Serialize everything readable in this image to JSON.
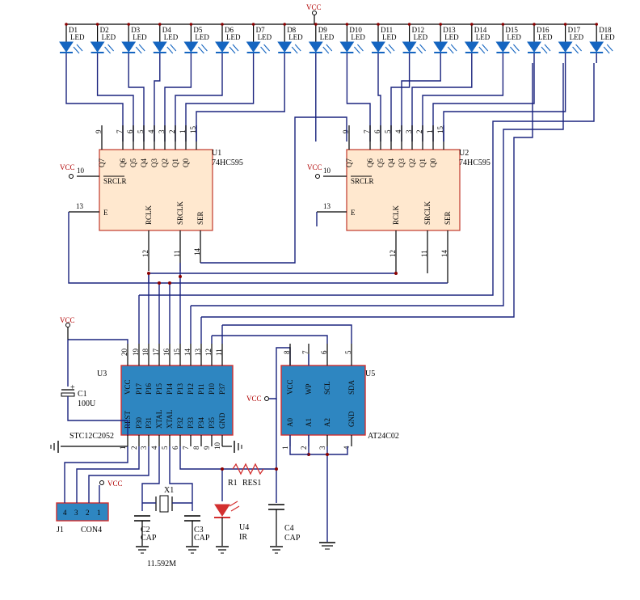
{
  "vcc_label": "VCC",
  "leds": {
    "type_label": "LED",
    "designators": [
      "D1",
      "D2",
      "D3",
      "D4",
      "D5",
      "D6",
      "D7",
      "D8",
      "D9",
      "D10",
      "D11",
      "D12",
      "D13",
      "D14",
      "D15",
      "D16",
      "D17",
      "D18"
    ]
  },
  "u1": {
    "designator": "U1",
    "part": "74HC595",
    "top_pins": [
      "9",
      "7",
      "6",
      "5",
      "4",
      "3",
      "2",
      "1",
      "15"
    ],
    "top_names": [
      "Q7",
      "Q6",
      "Q5",
      "Q4",
      "Q3",
      "Q2",
      "Q1",
      "Q0"
    ],
    "side_pins": [
      "10",
      "13"
    ],
    "side_names": [
      "SRCLR",
      "E"
    ],
    "bottom_names": [
      "RCLK",
      "SRCLK",
      "SER"
    ],
    "bottom_pins": [
      "12",
      "11",
      "14"
    ]
  },
  "u2": {
    "designator": "U2",
    "part": "74HC595",
    "top_pins": [
      "9",
      "7",
      "6",
      "5",
      "4",
      "3",
      "2",
      "1",
      "15"
    ],
    "top_names": [
      "Q7",
      "Q6",
      "Q5",
      "Q4",
      "Q3",
      "Q2",
      "Q1",
      "Q0"
    ],
    "side_pins": [
      "10",
      "13"
    ],
    "side_names": [
      "SRCLR",
      "E"
    ],
    "bottom_names": [
      "RCLK",
      "SRCLK",
      "SER"
    ],
    "bottom_pins": [
      "12",
      "11",
      "14"
    ]
  },
  "u3": {
    "designator": "U3",
    "part": "STC12C2052",
    "top_pins": [
      "20",
      "19",
      "18",
      "17",
      "16",
      "15",
      "14",
      "13",
      "12",
      "11"
    ],
    "top_names": [
      "VCC",
      "P17",
      "P16",
      "P15",
      "P14",
      "P13",
      "P12",
      "P11",
      "P10",
      "P37"
    ],
    "bottom_names": [
      "REST",
      "P30",
      "P31",
      "XTAL",
      "XTAL",
      "P32",
      "P33",
      "P34",
      "P35",
      "GND"
    ],
    "bottom_pins": [
      "1",
      "2",
      "3",
      "4",
      "5",
      "6",
      "7",
      "8",
      "9",
      "10"
    ]
  },
  "u5": {
    "designator": "U5",
    "part": "AT24C02",
    "top_pins": [
      "8",
      "7",
      "6",
      "5"
    ],
    "top_names": [
      "VCC",
      "WP",
      "SCL",
      "SDA"
    ],
    "bottom_names": [
      "A0",
      "A1",
      "A2",
      "GND"
    ],
    "bottom_pins": [
      "1",
      "2",
      "3",
      "4"
    ]
  },
  "j1": {
    "designator": "J1",
    "part": "CON4",
    "pins": [
      "4",
      "3",
      "2",
      "1"
    ]
  },
  "c1": {
    "designator": "C1",
    "value": "100U",
    "polarity": "+"
  },
  "c2": {
    "designator": "C2",
    "value": "CAP"
  },
  "c3": {
    "designator": "C3",
    "value": "CAP"
  },
  "c4": {
    "designator": "C4",
    "value": "CAP"
  },
  "x1": {
    "designator": "X1",
    "value": "11.592M"
  },
  "r1": {
    "designator": "R1",
    "value": "RES1"
  },
  "u4": {
    "designator": "U4",
    "value": "IR"
  },
  "colors": {
    "wire": "#1a237e",
    "chip_fill": "#ffe8cf",
    "chip_border": "#c0392b",
    "mcu_fill": "#2e86c1",
    "led": "#1565c0",
    "ir": "#d32f2f"
  }
}
